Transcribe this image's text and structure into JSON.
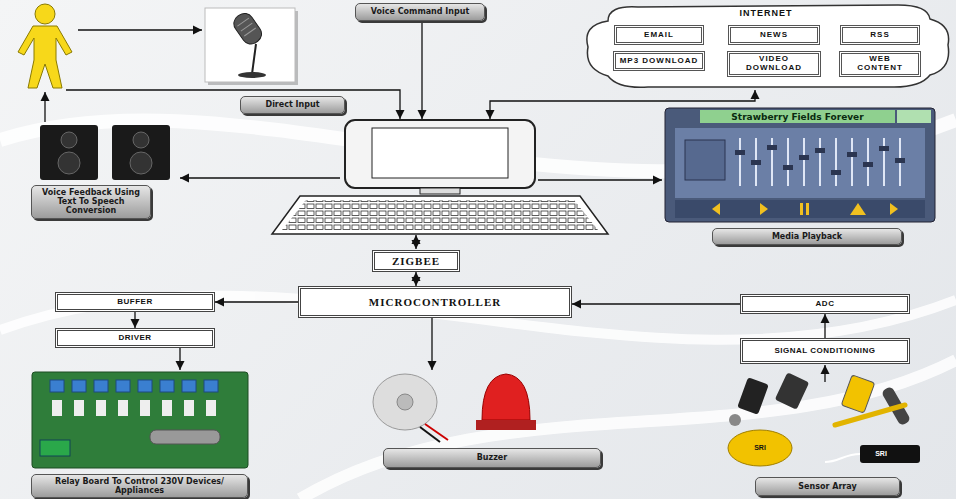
{
  "diagram": {
    "nodes": [
      {
        "text": [
          "Voice Command Input"
        ]
      },
      {
        "text": [
          "INTERNET"
        ]
      },
      {
        "text": [
          "EMAIL"
        ],
        "in": 1
      },
      {
        "text": [
          "NEWS"
        ],
        "in": 1
      },
      {
        "text": [
          "RSS"
        ],
        "in": 1
      },
      {
        "text": [
          "MP3 DOWNLOAD"
        ],
        "in": 1
      },
      {
        "text": [
          "VIDEO DOWNLOAD"
        ],
        "in": 1
      },
      {
        "text": [
          "WEB CONTENT"
        ],
        "in": 1
      },
      {
        "text": [
          "Direct Input"
        ]
      },
      {
        "text": [
          "Voice Feedback Using Text To Speech Conversion"
        ]
      },
      {
        "text": [
          "Media Playback"
        ]
      },
      {
        "text": [
          "ZIGBEE"
        ]
      },
      {
        "text": [
          "MICROCONTROLLER"
        ]
      },
      {
        "text": [
          "BUFFER"
        ]
      },
      {
        "text": [
          "ADC"
        ]
      },
      {
        "text": [
          "DRIVER"
        ]
      },
      {
        "text": [
          "SIGNAL CONDITIONING"
        ]
      },
      {
        "text": [
          "Buzzer"
        ]
      },
      {
        "text": [
          "Relay Board To Control 230V Devices/ Appliances"
        ]
      },
      {
        "text": [
          "Sensor Array"
        ]
      }
    ],
    "edges": [
      {
        "from": 11,
        "to": 12,
        "arrow": "both"
      },
      {
        "from": 12,
        "to": 13,
        "arrow": "to"
      },
      {
        "from": 13,
        "to": 15,
        "arrow": "to"
      },
      {
        "from": 14,
        "to": 12,
        "arrow": "to"
      },
      {
        "from": 16,
        "to": 14,
        "arrow": "to"
      }
    ],
    "labels": [
      "Strawberry Fields Forever",
      "SRI",
      "SRI"
    ]
  }
}
